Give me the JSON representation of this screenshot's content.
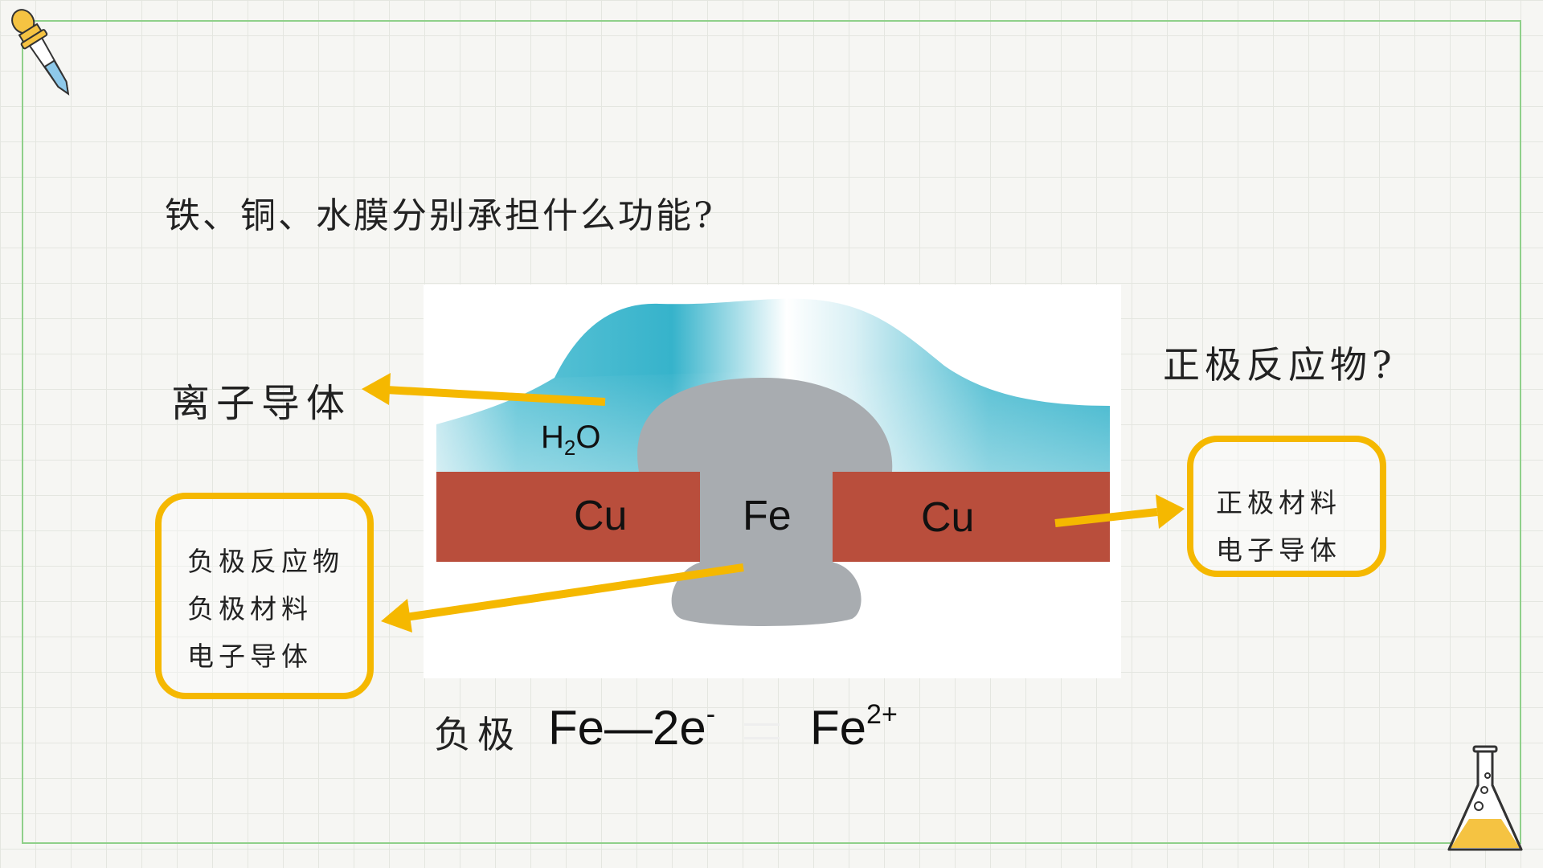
{
  "question": "铁、铜、水膜分别承担什么功能?",
  "labels": {
    "ion_conductor": "离子导体",
    "cathode_reactant_question": "正极反应物?"
  },
  "anode_box": {
    "lines": [
      "负极反应物",
      "负极材料",
      "电子导体"
    ]
  },
  "cathode_box": {
    "lines": [
      "正极材料",
      "电子导体"
    ]
  },
  "diagram": {
    "water": "H",
    "water_sub": "2",
    "water_tail": "O",
    "left_metal": "Cu",
    "center_metal": "Fe",
    "right_metal": "Cu"
  },
  "equation": {
    "label": "负极",
    "left": "Fe—2e",
    "left_sup": "-",
    "right": "Fe",
    "right_sup": "2+"
  },
  "colors": {
    "frame": "#8fd08a",
    "accent_yellow": "#f5b800",
    "copper": "#b94e3c",
    "iron": "#a8acb0",
    "water": "#3bb6cc"
  },
  "icons": [
    "dropper-icon",
    "flask-icon"
  ]
}
